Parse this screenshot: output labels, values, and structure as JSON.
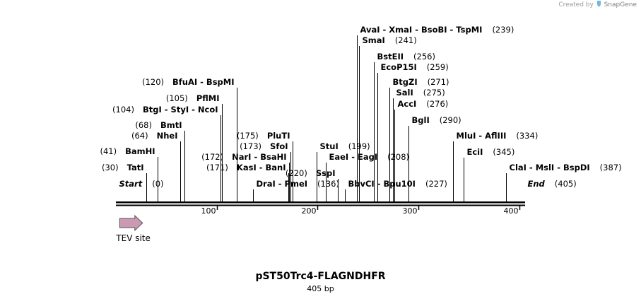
{
  "credit": {
    "prefix": "Created by",
    "brand": "SnapGene"
  },
  "plasmid": {
    "name": "pST50Trc4-FLAGNDHFR",
    "length_label": "405 bp",
    "length": 405
  },
  "ticks": [
    "100",
    "200",
    "300",
    "400"
  ],
  "feature": {
    "label": "TEV site",
    "color": "#cc99b3",
    "start": 22,
    "end": 44
  },
  "sites": [
    {
      "pos": 0,
      "name": "Start",
      "italic": true
    },
    {
      "pos": 30,
      "name": "TatI"
    },
    {
      "pos": 41,
      "name": "BamHI"
    },
    {
      "pos": 64,
      "name": "NheI"
    },
    {
      "pos": 68,
      "name": "BmtI"
    },
    {
      "pos": 104,
      "name": "BtgI  -  StyI  -  NcoI"
    },
    {
      "pos": 105,
      "name": "PflMI"
    },
    {
      "pos": 120,
      "name": "BfuAI  -  BspMI"
    },
    {
      "pos": 136,
      "name": "DraI  -  PmeI"
    },
    {
      "pos": 171,
      "name": "KasI  -  BanI"
    },
    {
      "pos": 172,
      "name": "NarI  -  BsaHI"
    },
    {
      "pos": 173,
      "name": "SfoI"
    },
    {
      "pos": 175,
      "name": "PluTI"
    },
    {
      "pos": 199,
      "name": "StuI"
    },
    {
      "pos": 208,
      "name": "EaeI  -  EagI"
    },
    {
      "pos": 220,
      "name": "SspI"
    },
    {
      "pos": 227,
      "name": "BbvCI  -  Bpu10I"
    },
    {
      "pos": 239,
      "name": "AvaI  -  XmaI  -  BsoBI  -  TspMI"
    },
    {
      "pos": 241,
      "name": "SmaI"
    },
    {
      "pos": 256,
      "name": "BstEII"
    },
    {
      "pos": 259,
      "name": "EcoP15I"
    },
    {
      "pos": 271,
      "name": "BtgZI"
    },
    {
      "pos": 275,
      "name": "SalI"
    },
    {
      "pos": 276,
      "name": "AccI"
    },
    {
      "pos": 290,
      "name": "BglI"
    },
    {
      "pos": 334,
      "name": "MluI  -  AflIII"
    },
    {
      "pos": 345,
      "name": "EciI"
    },
    {
      "pos": 387,
      "name": "ClaI  -  MslI  -  BspDI"
    },
    {
      "pos": 405,
      "name": "End",
      "italic": true
    }
  ]
}
